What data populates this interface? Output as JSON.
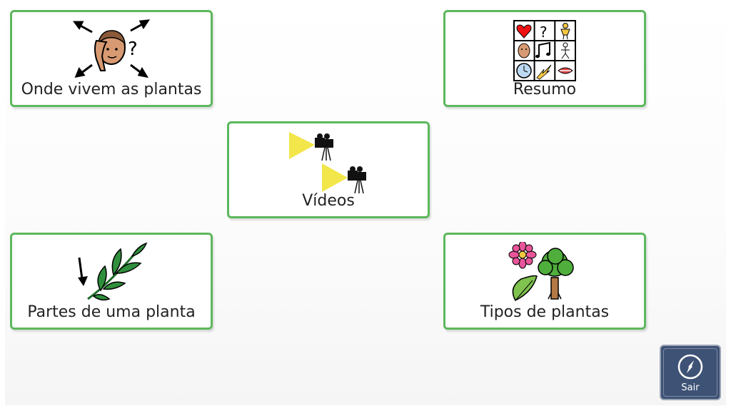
{
  "tiles": [
    {
      "id": "onde-vivem",
      "label": "Onde vivem as plantas",
      "icon": "thinking-person-icon"
    },
    {
      "id": "resumo",
      "label": "Resumo",
      "icon": "symbol-grid-icon"
    },
    {
      "id": "videos",
      "label": "Vídeos",
      "icon": "video-camera-icon"
    },
    {
      "id": "partes",
      "label": "Partes de uma planta",
      "icon": "leaf-branch-icon"
    },
    {
      "id": "tipos",
      "label": "Tipos de plantas",
      "icon": "plants-icon"
    }
  ],
  "exit": {
    "label": "Sair",
    "icon": "compass-icon"
  },
  "colors": {
    "tile_border": "#5cb85c",
    "exit_bg": "#3e5276"
  }
}
